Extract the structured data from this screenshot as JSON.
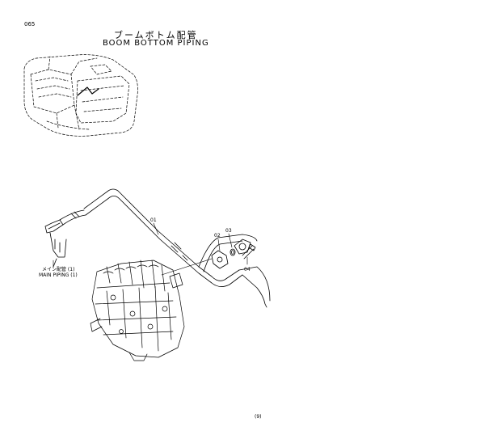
{
  "header": {
    "page_number": "065",
    "title_jp": "ブームボトム配管",
    "title_en": "BOOM  BOTTOM  PIPING"
  },
  "parts": [
    {
      "id": "01"
    },
    {
      "id": "02"
    },
    {
      "id": "03"
    },
    {
      "id": "04"
    }
  ],
  "reference": {
    "label_jp": "メイン配管 (1)",
    "label_en": "MAIN  PIPING (1)"
  },
  "footer": {
    "mark": "(9)"
  }
}
